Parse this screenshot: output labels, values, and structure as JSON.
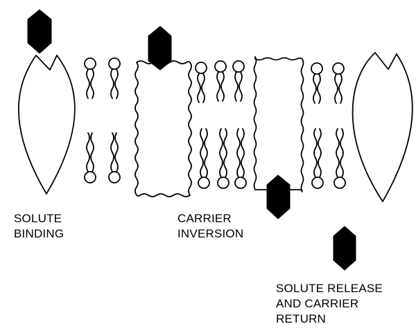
{
  "labels": {
    "solute_binding": [
      "SOLUTE",
      "BINDING"
    ],
    "carrier_inversion": [
      "CARRIER",
      "INVERSION"
    ],
    "solute_release": [
      "SOLUTE RELEASE",
      "AND CARRIER",
      "RETURN"
    ]
  },
  "colors": {
    "ink": "#000000",
    "background": "#ffffff"
  }
}
